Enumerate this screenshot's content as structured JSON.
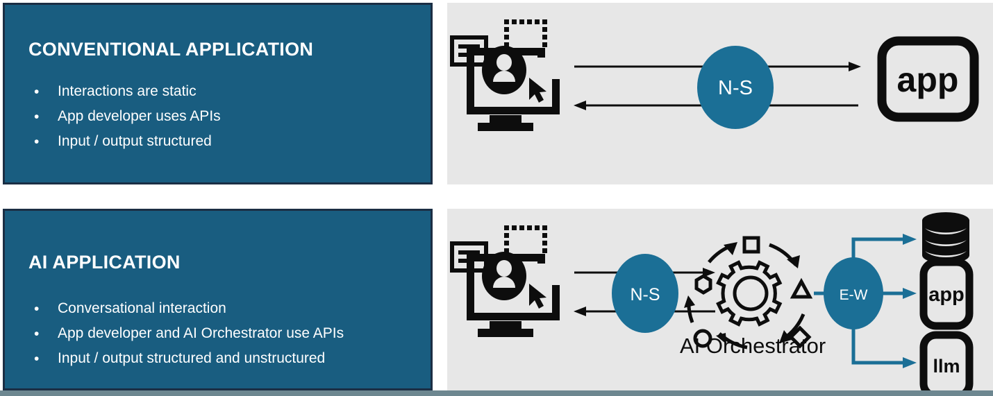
{
  "slide": {
    "accent_blue": "#195d80",
    "panel_border": "#1b2e44",
    "diagram_bg": "#e7e7e7",
    "ink": "#0d0d0d",
    "connector_teal": "#1b6f96",
    "bottom_strip": "#6d8790"
  },
  "sections": [
    {
      "id": "conventional",
      "title": "CONVENTIONAL APPLICATION",
      "bullets": [
        "Interactions are static",
        "App developer uses APIs",
        "Input / output structured"
      ],
      "diagram": {
        "user_icon": "user-monitor-icon",
        "hub_label": "N-S",
        "target_label": "app",
        "arrows": [
          "request-arrow-right",
          "response-arrow-left"
        ]
      }
    },
    {
      "id": "ai",
      "title": "AI APPLICATION",
      "bullets": [
        "Conversational interaction",
        "App developer and AI Orchestrator use APIs",
        "Input / output structured and unstructured"
      ],
      "diagram": {
        "user_icon": "user-monitor-icon",
        "hub_label": "N-S",
        "orchestrator_label": "AI Orchestrator",
        "orchestrator_icon": "gear-cycle-icon",
        "east_west_label": "E-W",
        "targets": [
          {
            "icon": "database-icon",
            "label": ""
          },
          {
            "icon": "app-tile-icon",
            "label": "app"
          },
          {
            "icon": "llm-tile-icon",
            "label": "llm"
          }
        ],
        "arrows": [
          "request-arrow-right",
          "response-arrow-left",
          "branch-up",
          "branch-right",
          "branch-down"
        ]
      }
    }
  ],
  "bullet_glyph": "•"
}
